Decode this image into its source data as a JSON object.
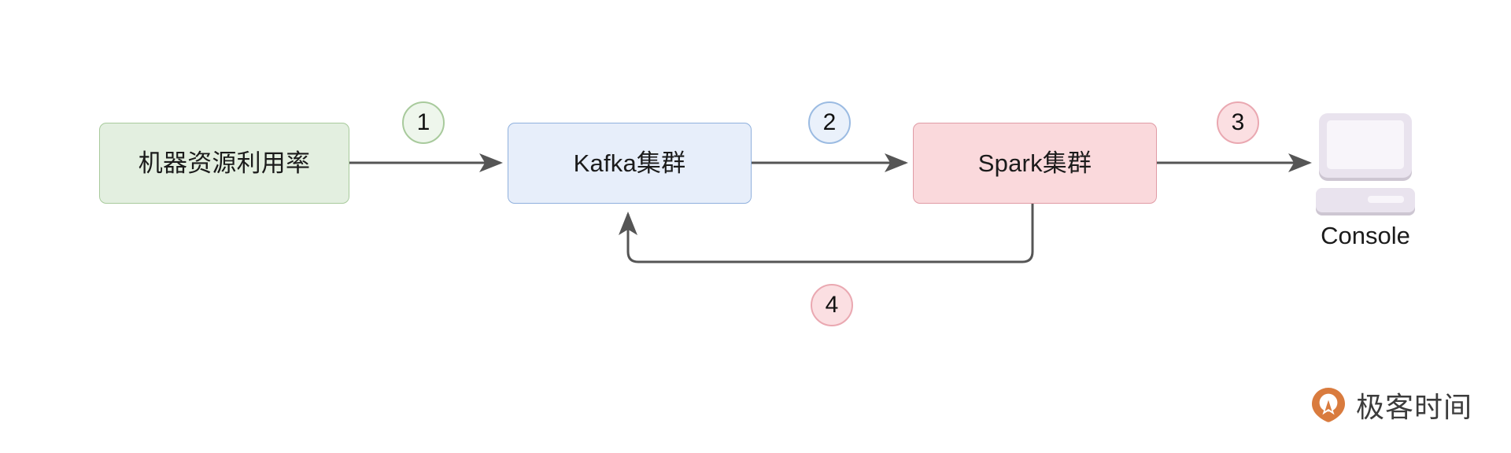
{
  "diagram": {
    "title": "Kafka Spark streaming pipeline",
    "background": "#ffffff",
    "connector_color": "#555555",
    "nodes": [
      {
        "id": "source",
        "label": "机器资源利用率",
        "fill": "#e3efe0",
        "stroke": "#a8ca9c"
      },
      {
        "id": "kafka",
        "label": "Kafka集群",
        "fill": "#e7eefa",
        "stroke": "#8fb0dd"
      },
      {
        "id": "spark",
        "label": "Spark集群",
        "fill": "#fad9dc",
        "stroke": "#e09ba5"
      }
    ],
    "sink": {
      "id": "console",
      "icon": "monitor-icon",
      "label": "Console",
      "fill": "#e9e3ee",
      "screen": "#f8f5fa"
    },
    "badges": [
      {
        "id": "step-1",
        "label": "1",
        "fill": "#eef6ec",
        "stroke": "#a8ca9c"
      },
      {
        "id": "step-2",
        "label": "2",
        "fill": "#eaf1fb",
        "stroke": "#9bbbe2"
      },
      {
        "id": "step-3",
        "label": "3",
        "fill": "#fbdfe2",
        "stroke": "#eaa8b1"
      },
      {
        "id": "step-4",
        "label": "4",
        "fill": "#fbdfe2",
        "stroke": "#eaa8b1"
      }
    ],
    "edges": [
      {
        "id": "edge-1",
        "from": "source",
        "to": "kafka",
        "badge": "1"
      },
      {
        "id": "edge-2",
        "from": "kafka",
        "to": "spark",
        "badge": "2"
      },
      {
        "id": "edge-3",
        "from": "spark",
        "to": "console",
        "badge": "3"
      },
      {
        "id": "edge-4",
        "from": "spark",
        "to": "kafka",
        "badge": "4"
      }
    ]
  },
  "brand": {
    "name": "极客时间",
    "mark_color": "#d97b3e"
  }
}
